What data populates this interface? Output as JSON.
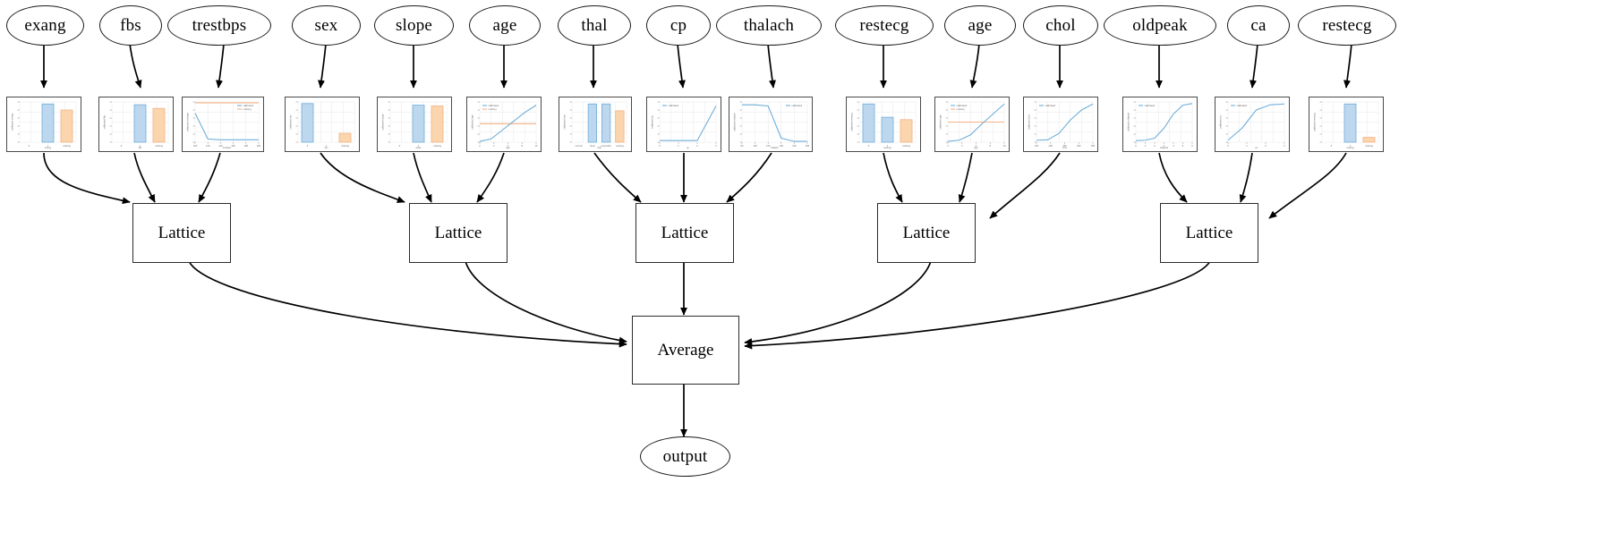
{
  "diagram": {
    "type": "calibrated-lattice-model-graph",
    "title": "",
    "aggregator_label": "Average",
    "output_label": "output",
    "lattice_label": "Lattice",
    "colors": {
      "calibrated_line": "#6faed9",
      "missing_line": "#f5b183",
      "calibrated_bar_face": "#bdd7ee",
      "calibrated_bar_edge": "#6faed9",
      "missing_bar_face": "#fbd5ae",
      "missing_bar_edge": "#f5b183",
      "node_stroke": "#1a1a1a",
      "background": "#ffffff",
      "grid": "#e8e8e8"
    },
    "legend_labels": [
      "calibrated",
      "missing"
    ],
    "features": [
      {
        "name": "exang",
        "group": 0,
        "plot": {
          "kind": "bar",
          "ylabel": "calibrated exang",
          "xlabel": "exang",
          "xticks": [
            "0",
            "1",
            "missing"
          ],
          "values": [
            0.0,
            0.95,
            0.8
          ],
          "series_tag": [
            "none",
            "calibrated",
            "missing"
          ]
        }
      },
      {
        "name": "fbs",
        "group": 0,
        "plot": {
          "kind": "bar",
          "ylabel": "calibrated fbs",
          "xlabel": "fbs",
          "xticks": [
            "0",
            "1",
            "missing"
          ],
          "values": [
            0.0,
            0.93,
            0.84
          ],
          "series_tag": [
            "none",
            "calibrated",
            "missing"
          ]
        }
      },
      {
        "name": "trestbps",
        "group": 0,
        "plot": {
          "kind": "line",
          "ylabel": "calibrated trestbps",
          "xlabel": "trestbps",
          "xticks": [
            "100",
            "120",
            "140",
            "160",
            "180",
            "200"
          ],
          "calibrated": [
            0.72,
            0.08,
            0.06,
            0.06,
            0.06,
            0.06
          ],
          "missing": [
            0.98,
            0.98,
            0.98,
            0.98,
            0.98,
            0.98
          ],
          "legend": true,
          "legend_pos": "right"
        }
      },
      {
        "name": "sex",
        "group": 1,
        "plot": {
          "kind": "bar",
          "ylabel": "calibrated sex",
          "xlabel": "sex",
          "xticks": [
            "0",
            "1",
            "missing"
          ],
          "values": [
            0.96,
            0.0,
            0.22
          ],
          "series_tag": [
            "calibrated",
            "none",
            "missing"
          ]
        }
      },
      {
        "name": "slope",
        "group": 1,
        "plot": {
          "kind": "bar",
          "ylabel": "calibrated slope",
          "xlabel": "slope",
          "xticks": [
            "0",
            "1",
            "missing"
          ],
          "values": [
            0.0,
            0.92,
            0.9
          ],
          "series_tag": [
            "none",
            "calibrated",
            "missing"
          ]
        }
      },
      {
        "name": "age",
        "group": 1,
        "plot": {
          "kind": "line",
          "ylabel": "calibrated age",
          "xlabel": "age",
          "xticks": [
            "2",
            "4",
            "6",
            "8",
            "10"
          ],
          "calibrated": [
            0.02,
            0.08,
            0.3,
            0.52,
            0.74,
            0.92
          ],
          "missing": [
            0.46,
            0.46,
            0.46,
            0.46,
            0.46,
            0.46
          ],
          "legend": true,
          "legend_pos": "left"
        }
      },
      {
        "name": "thal",
        "group": 2,
        "plot": {
          "kind": "bar",
          "ylabel": "calibrated thal",
          "xlabel": "thal",
          "xticks": [
            "normal",
            "fixed",
            "reversible",
            "missing"
          ],
          "values": [
            0.0,
            0.95,
            0.95,
            0.78
          ],
          "series_tag": [
            "none",
            "calibrated",
            "calibrated",
            "missing"
          ]
        }
      },
      {
        "name": "cp",
        "group": 2,
        "plot": {
          "kind": "line",
          "ylabel": "calibrated cp",
          "xlabel": "cp",
          "xticks": [
            "0",
            "1",
            "2",
            "3"
          ],
          "calibrated": [
            0.04,
            0.04,
            0.04,
            0.9
          ],
          "legend": true,
          "legend_pos": "left"
        }
      },
      {
        "name": "thalach",
        "group": 2,
        "plot": {
          "kind": "line",
          "ylabel": "calibrated thalach",
          "xlabel": "thalach",
          "xticks": [
            "80",
            "100",
            "120",
            "140",
            "160",
            "180"
          ],
          "calibrated": [
            0.93,
            0.93,
            0.9,
            0.1,
            0.02,
            0.02
          ],
          "legend": true,
          "legend_pos": "right"
        }
      },
      {
        "name": "restecg",
        "group": 3,
        "plot": {
          "kind": "bar",
          "ylabel": "calibrated restecg",
          "xlabel": "restecg",
          "xticks": [
            "0",
            "1",
            "missing"
          ],
          "values": [
            0.95,
            0.62,
            0.56
          ],
          "series_tag": [
            "calibrated",
            "calibrated",
            "missing"
          ]
        }
      },
      {
        "name": "age",
        "group": 3,
        "plot": {
          "kind": "line",
          "ylabel": "calibrated age",
          "xlabel": "age",
          "xticks": [
            "2",
            "4",
            "6",
            "8",
            "10"
          ],
          "calibrated": [
            0.02,
            0.05,
            0.18,
            0.45,
            0.7,
            0.95
          ],
          "missing": [
            0.5,
            0.5,
            0.5,
            0.5,
            0.5,
            0.5
          ],
          "legend": true,
          "legend_pos": "left"
        }
      },
      {
        "name": "chol",
        "group": 3,
        "plot": {
          "kind": "line",
          "ylabel": "calibrated chol",
          "xlabel": "chol",
          "xticks": [
            "150",
            "200",
            "250",
            "300",
            "350"
          ],
          "calibrated": [
            0.05,
            0.06,
            0.22,
            0.55,
            0.8,
            0.95
          ],
          "legend": true,
          "legend_pos": "left"
        }
      },
      {
        "name": "oldpeak",
        "group": 4,
        "plot": {
          "kind": "line",
          "ylabel": "calibrated oldpeak",
          "xlabel": "oldpeak",
          "xticks": [
            "0",
            "1",
            "2",
            "3",
            "4",
            "5",
            "6"
          ],
          "calibrated": [
            0.04,
            0.05,
            0.1,
            0.35,
            0.7,
            0.92,
            0.96
          ],
          "legend": true,
          "legend_pos": "left"
        }
      },
      {
        "name": "ca",
        "group": 4,
        "plot": {
          "kind": "line",
          "ylabel": "calibrated ca",
          "xlabel": "ca",
          "xticks": [
            "0",
            "1",
            "2",
            "3"
          ],
          "calibrated": [
            0.05,
            0.35,
            0.8,
            0.93,
            0.95
          ],
          "legend": true,
          "legend_pos": "left"
        }
      },
      {
        "name": "restecg",
        "group": 4,
        "plot": {
          "kind": "bar",
          "ylabel": "calibrated restecg",
          "xlabel": "restecg",
          "xticks": [
            "0",
            "1",
            "missing"
          ],
          "values": [
            0.0,
            0.95,
            0.12
          ],
          "series_tag": [
            "none",
            "calibrated",
            "missing"
          ]
        }
      }
    ],
    "lattices": [
      {
        "label": "Lattice",
        "inputs": [
          "exang",
          "fbs",
          "trestbps"
        ]
      },
      {
        "label": "Lattice",
        "inputs": [
          "sex",
          "slope",
          "age"
        ]
      },
      {
        "label": "Lattice",
        "inputs": [
          "thal",
          "cp",
          "thalach"
        ]
      },
      {
        "label": "Lattice",
        "inputs": [
          "restecg",
          "age",
          "chol"
        ]
      },
      {
        "label": "Lattice",
        "inputs": [
          "oldpeak",
          "ca",
          "restecg"
        ]
      }
    ]
  }
}
